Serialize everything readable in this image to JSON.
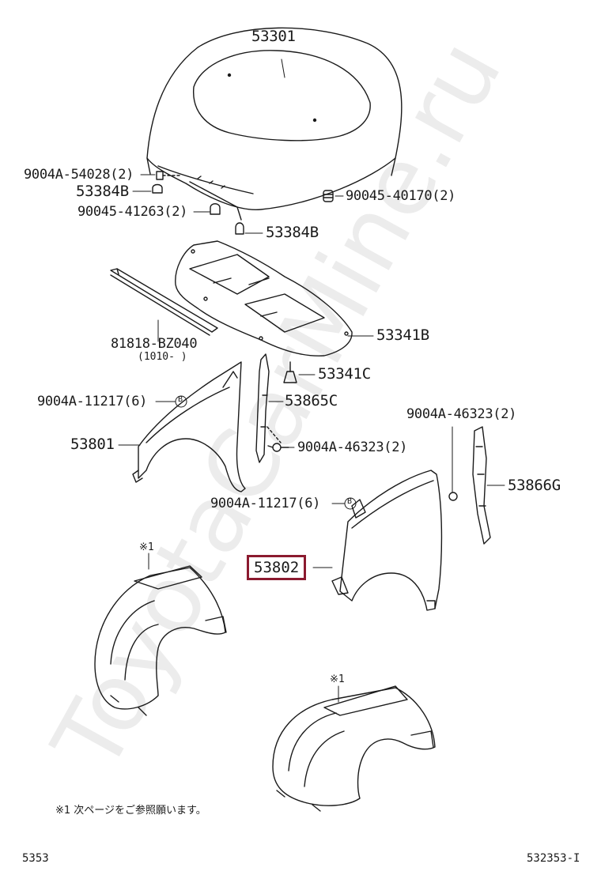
{
  "watermark": "ToyotaCarMine.ru",
  "highlight_color": "#8b1a2f",
  "parts": {
    "p53301": "53301",
    "p9004A_54028": "9004A-54028(2)",
    "p53384B_left": "53384B",
    "p90045_41263": "90045-41263(2)",
    "p90045_40170": "90045-40170(2)",
    "p53384B_bottom": "53384B",
    "p81818": "81818-BZ040",
    "p81818_note": "(1010-    )",
    "p53341B": "53341B",
    "p53341C": "53341C",
    "p9004A_11217_left": "9004A-11217(6)",
    "p53865C": "53865C",
    "p53801": "53801",
    "p9004A_46323_mid": "9004A-46323(2)",
    "p9004A_46323_right": "9004A-46323(2)",
    "p53866G": "53866G",
    "p9004A_11217_mid": "9004A-11217(6)",
    "p53802": "53802"
  },
  "markers": {
    "b": "B",
    "ref_1": "※1",
    "ref_2": "※1"
  },
  "footnote": "※1 次ページをご参照願います。",
  "footer": {
    "left": "5353",
    "right": "532353-I"
  }
}
